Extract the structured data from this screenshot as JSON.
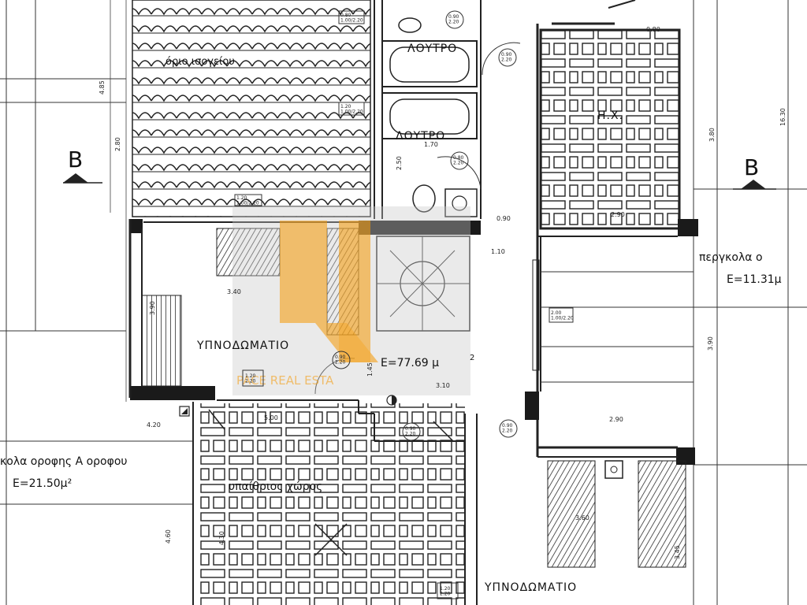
{
  "rooms": {
    "bathroom_1": "ΛΟΥΤΡΟ",
    "bathroom_2": "ΛΟΥΤΡΟ",
    "mech_room": "Η.Χ.",
    "bedroom_1": "ΥΠΝΟΔΩΜΑΤΙΟ",
    "bedroom_2": "ΥΠΝΟΔΩΜΑΤΙΟ",
    "outdoor": "υπαίθριος χώρος",
    "ground_limit": "όριο ισογείου",
    "pergola": "περγκολα ο",
    "pergola_area": "E=11.31μ",
    "roof_pergola": "κολα οροφης Α οροφου",
    "roof_pergola_area": "E=21.50μ²",
    "main_area": "E=77.69 μ",
    "main_area_sup": "2"
  },
  "section_marks": {
    "left": "B",
    "right": "B"
  },
  "dimensions": {
    "d_485": "4.85",
    "d_280": "2.80",
    "d_170": "1.70",
    "d_250": "2.50",
    "d_090a": "0.90",
    "d_110": "1.10",
    "d_340": "3.40",
    "d_310": "3.10",
    "d_290a": "2.90",
    "d_290b": "2.90",
    "d_380": "3.80",
    "d_390": "3.90",
    "d_1630": "16.30",
    "d_500": "5.00",
    "d_420": "4.20",
    "d_460": "4.60",
    "d_360": "3.60",
    "d_345": "3.45",
    "d_430": "4.30",
    "d_080": "0.80",
    "d_145": "1.45",
    "d_390s": "3.90"
  },
  "openings": {
    "o1": "0.90\n2.20",
    "o2": "0.90\n2.20",
    "o3": "0.80\n2.20",
    "o4": "0.90\n2.20",
    "o5": "0.90\n2.20",
    "o6": "0.90\n2.20",
    "o7": "0.90\n2.20",
    "w1": "1.20\n2.20",
    "w2": "1.20\n2.20",
    "w3": "2.00\n1.00/2.20",
    "w4": "1.20\n1.00/2.20",
    "w5": "0.80\n1.00/2.20",
    "w6": "1.20\n1.00/2.20"
  },
  "watermark": {
    "text": "PACE REAL ESTA",
    "color": "#f0a020"
  }
}
